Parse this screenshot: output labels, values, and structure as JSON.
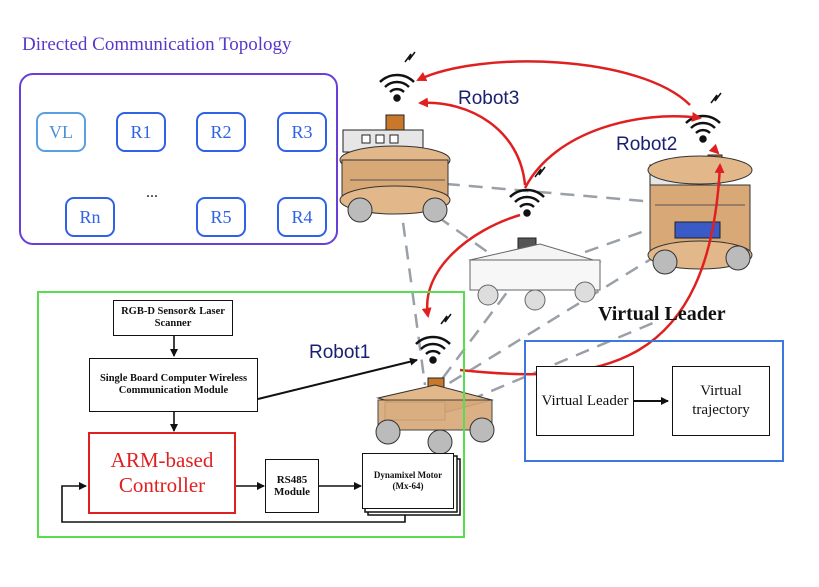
{
  "topology": {
    "title": "Directed Communication Topology",
    "nodes_row1": [
      "VL",
      "R1",
      "R2",
      "R3"
    ],
    "ellipsis": "...",
    "nodes_row2": [
      "Rn",
      "R5",
      "R4"
    ]
  },
  "robots": {
    "robot1": "Robot1",
    "robot2": "Robot2",
    "robot3": "Robot3"
  },
  "hardware": {
    "sensor": "RGB-D Sensor& Laser Scanner",
    "computer": "Single Board Computer Wireless Communication Module",
    "controller": "ARM-based Controller",
    "rs485": "RS485 Module",
    "motor": "Dynamixel Motor (Mx-64)"
  },
  "virtual_leader": {
    "title": "Virtual Leader",
    "leader_block": "Virtual Leader",
    "trajectory_block": "Virtual trajectory"
  },
  "colors": {
    "topology_border": "#6a3fd8",
    "node_border": "#2f62e6",
    "hardware_border": "#58dd4e",
    "virtual_border": "#3d78e0",
    "communication_arrow": "#e02020",
    "text_navy": "#1a2070"
  }
}
